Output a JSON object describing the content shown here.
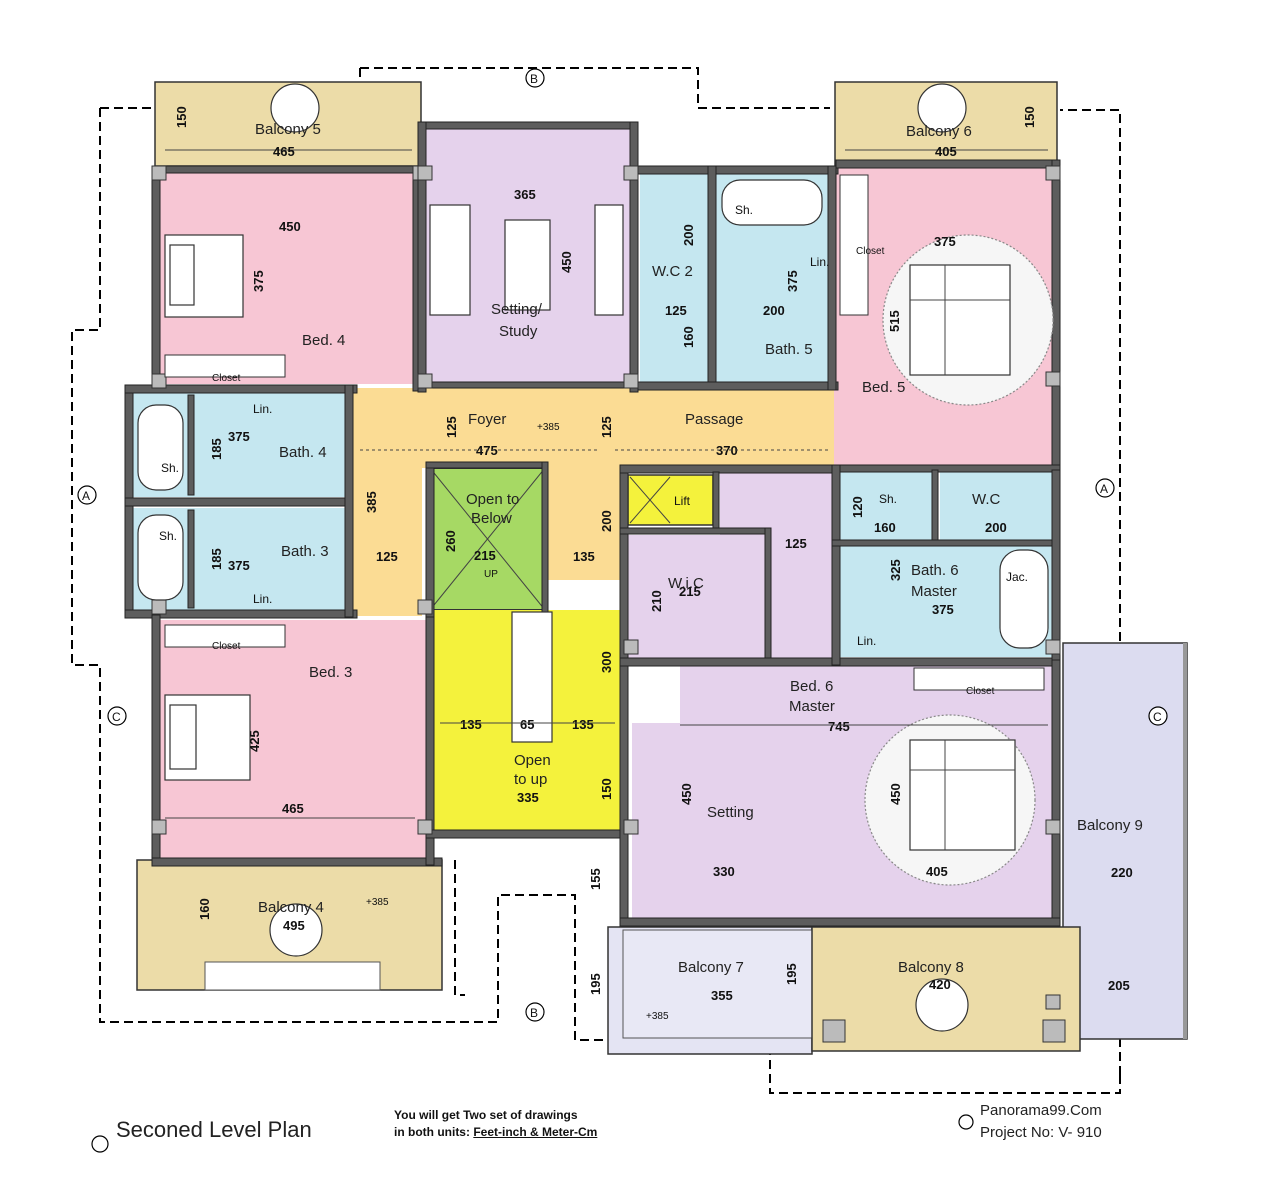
{
  "plan": {
    "title": "Seconed Level Plan",
    "note_line1": "You will get Two set of drawings",
    "note_line2_prefix": "in both units: ",
    "note_line2_units": "Feet-inch & Meter-Cm",
    "website": "Panorama99.Com",
    "project": "Project No: V- 910",
    "colors": {
      "bedroom": "#f7c6d4",
      "bath": "#c5e7f0",
      "foyer": "#fbdc94",
      "study": "#e5d2ec",
      "balcony": "#ecdca8",
      "stair": "#f4f23c",
      "open": "#a6d964",
      "wall": "#5d5d5d"
    }
  },
  "rooms": {
    "bed4": "Bed. 4",
    "bed3": "Bed. 3",
    "bed5": "Bed. 5",
    "bed6_line1": "Bed. 6",
    "bed6_line2": "Master",
    "bath3": "Bath. 3",
    "bath4": "Bath. 4",
    "bath5": "Bath. 5",
    "bath6_line1": "Bath. 6",
    "bath6_line2": "Master",
    "wc2": "W.C 2",
    "wc": "W.C",
    "study_line1": "Setting/",
    "study_line2": "Study",
    "foyer": "Foyer",
    "passage": "Passage",
    "open_below_line1": "Open to",
    "open_below_line2": "Below",
    "open_up_line1": "Open",
    "open_up_line2": "to up",
    "lift": "Lift",
    "wic": "W.i.C",
    "setting": "Setting",
    "balcony4": "Balcony 4",
    "balcony5": "Balcony 5",
    "balcony6": "Balcony 6",
    "balcony7": "Balcony 7",
    "balcony8": "Balcony 8",
    "balcony9": "Balcony 9"
  },
  "fixtures": {
    "closet": "Closet",
    "lin": "Lin.",
    "sh": "Sh.",
    "jac": "Jac.",
    "up": "UP",
    "level": "+385"
  },
  "sections": {
    "a": "A",
    "b": "B",
    "c": "C"
  },
  "dims": {
    "b5_width": "465",
    "b5_depth": "150",
    "b6_width": "405",
    "b6_depth": "150",
    "bed4_w": "450",
    "bed4_h": "375",
    "study_w": "365",
    "study_h": "450",
    "wc2_h": "200",
    "wc2_w": "125",
    "wc2_h2": "160",
    "bath5_w": "200",
    "bath5_h": "375",
    "bed5_w": "375",
    "bed5_h": "515",
    "foyer_v": "125",
    "foyer_w": "475",
    "passage_v": "125",
    "passage_w": "370",
    "bath4_w": "375",
    "bath4_h": "185",
    "bath3_w": "375",
    "bath3_h": "185",
    "hall_v": "385",
    "hall_w": "125",
    "open_h": "260",
    "open_w": "215",
    "stair_v": "200",
    "stair_w": "135",
    "wic_w": "215",
    "wic_h": "210",
    "lift_pass": "125",
    "sh_h": "120",
    "sh_w": "160",
    "wc_w": "200",
    "bath6_h": "325",
    "bath6_w": "375",
    "stair_h": "300",
    "stair_l": "135",
    "stair_m": "65",
    "stair_r": "135",
    "stair_total": "335",
    "stair_bot": "150",
    "bed3_h": "425",
    "bed3_w": "465",
    "bed6_w": "745",
    "bed6_h": "450",
    "setting_h": "450",
    "setting_w": "330",
    "bed6_r": "405",
    "b4_w": "495",
    "b4_h": "160",
    "b7_w": "355",
    "b7_h": "195",
    "b7_left": "155",
    "b7_left2": "195",
    "b8_w": "420",
    "b9_w": "220",
    "b9_b": "205"
  }
}
